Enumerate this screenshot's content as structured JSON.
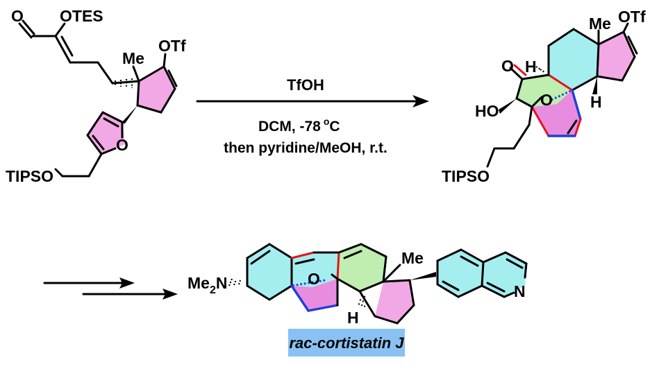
{
  "reaction": {
    "reagent": "TfOH",
    "conditions_line1": "DCM, -78",
    "conditions_sup": "o",
    "conditions_unit": "C",
    "conditions_line2": "then pyridine/MeOH, r.t."
  },
  "start_material": {
    "aldehyde_o": "O",
    "otes": "OTES",
    "me": "Me",
    "otf": "OTf",
    "furan_o": "O",
    "tipso": "TIPSO"
  },
  "product": {
    "ketone_o": "O",
    "h_top": "H",
    "me": "Me",
    "otf": "OTf",
    "ho": "HO",
    "bridge_o": "O",
    "h_bottom": "H",
    "tipso": "TIPSO"
  },
  "target": {
    "me2n_prefix": "Me",
    "me2n_sub": "2",
    "me2n_suffix": "N",
    "bridge_o": "O",
    "me": "Me",
    "h": "H",
    "n": "N",
    "name": "rac-cortistatin J",
    "name_box_color": "#89c2f2"
  }
}
